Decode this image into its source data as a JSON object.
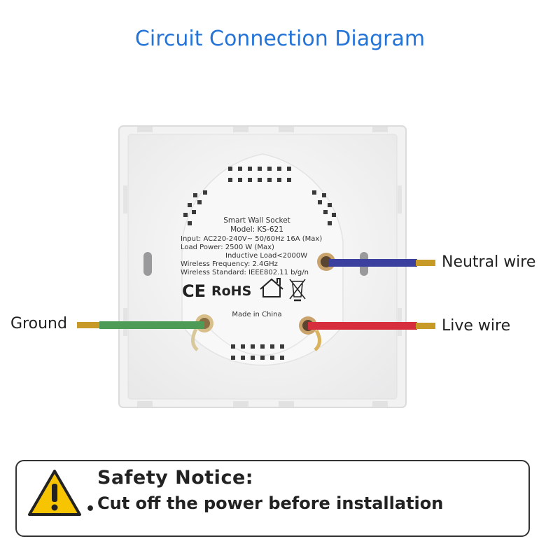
{
  "title": "Circuit Connection Diagram",
  "labels": {
    "ground": "Ground",
    "neutral": "Neutral wire",
    "live": "Live wire"
  },
  "device_label": {
    "name": "Smart Wall Socket",
    "model": "Model: KS-621",
    "input": "Input: AC220-240V~ 50/60Hz 16A (Max)",
    "load_power": "Load Power: 2500 W (Max)",
    "inductive_load": "Inductive Load<2000W",
    "wireless_frequency": "Wireless Frequency: 2.4GHz",
    "wireless_standard": "Wireless Standard: IEEE802.11 b/g/n",
    "ce": "CE",
    "rohs": "RoHS",
    "made_in": "Made in China"
  },
  "wire_colors": {
    "ground": "#4e9a57",
    "neutral": "#3b3f9e",
    "live": "#d62e3d",
    "tip": "#c79a28"
  },
  "safety": {
    "title": "Safety Notice:",
    "text": "Cut off the power before installation",
    "icon": "warning-triangle-icon"
  }
}
